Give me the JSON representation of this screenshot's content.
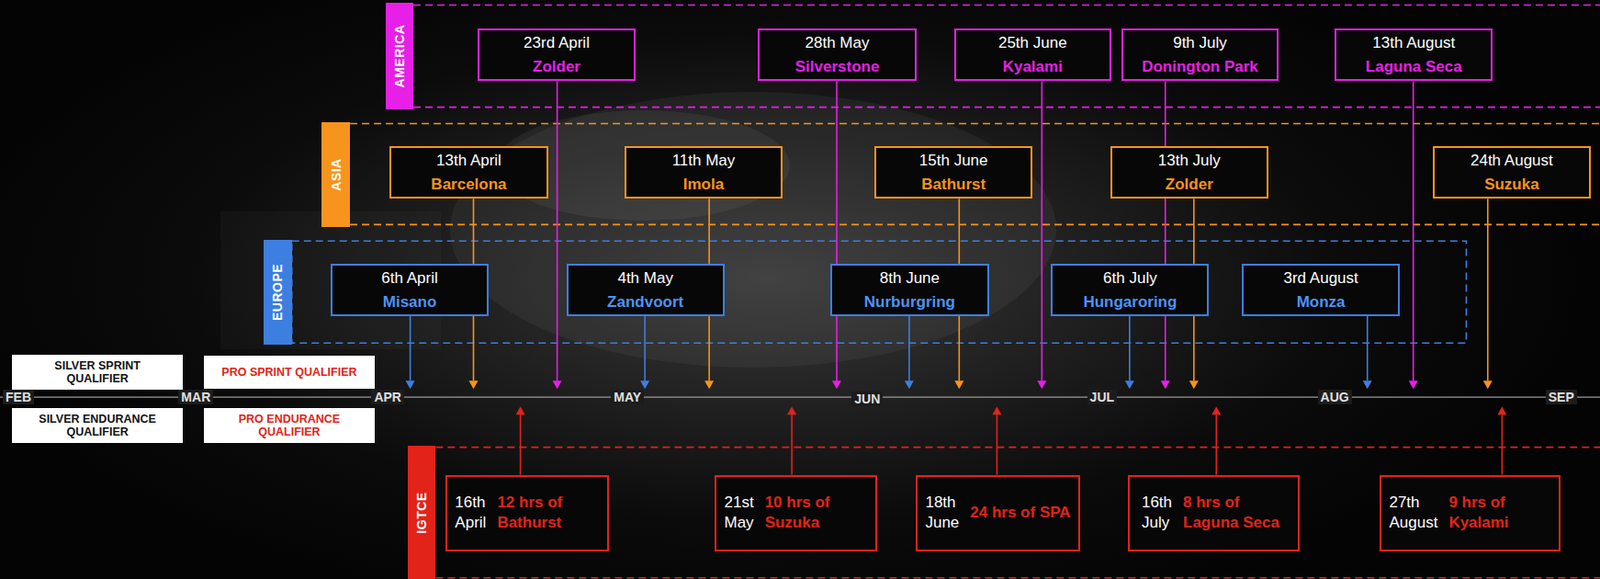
{
  "diagram": {
    "nodes": [
      {
        "text": [
          "AMERICA"
        ]
      },
      {
        "text": [
          "23rd April",
          "Zolder"
        ]
      },
      {
        "text": [
          "28th May",
          "Silverstone"
        ]
      },
      {
        "text": [
          "25th June",
          "Kyalami"
        ]
      },
      {
        "text": [
          "9th July",
          "Donington Park"
        ]
      },
      {
        "text": [
          "13th August",
          "Laguna Seca"
        ]
      },
      {
        "text": [
          "ASIA"
        ]
      },
      {
        "text": [
          "13th April",
          "Barcelona"
        ]
      },
      {
        "text": [
          "11th May",
          "Imola"
        ]
      },
      {
        "text": [
          "15th June",
          "Bathurst"
        ]
      },
      {
        "text": [
          "13th July",
          "Zolder"
        ]
      },
      {
        "text": [
          "24th August",
          "Suzuka"
        ]
      },
      {
        "text": [
          "EUROPE"
        ]
      },
      {
        "text": [
          "6th April",
          "Misano"
        ]
      },
      {
        "text": [
          "4th May",
          "Zandvoort"
        ]
      },
      {
        "text": [
          "8th June",
          "Nurburgring"
        ]
      },
      {
        "text": [
          "6th July",
          "Hungaroring"
        ]
      },
      {
        "text": [
          "3rd August",
          "Monza"
        ]
      },
      {
        "text": [
          "SILVER SPRINT QUALIFIER"
        ]
      },
      {
        "text": [
          "PRO SPRINT QUALIFIER"
        ]
      },
      {
        "text": [
          "SILVER ENDURANCE QUALIFIER"
        ]
      },
      {
        "text": [
          "PRO ENDURANCE QUALIFIER"
        ]
      },
      {
        "text": [
          "IGTCE"
        ]
      },
      {
        "text": [
          "16th April",
          "12 hrs of Bathurst"
        ]
      },
      {
        "text": [
          "21st May",
          "10 hrs of Suzuka"
        ]
      },
      {
        "text": [
          "18th June",
          "24 hrs of SPA"
        ]
      },
      {
        "text": [
          "16th July",
          "8 hrs of Laguna Seca"
        ]
      },
      {
        "text": [
          "27th August",
          "9 hrs of Kyalami"
        ]
      }
    ],
    "labels": [
      "FEB",
      "MAR",
      "APR",
      "MAY",
      "JUN",
      "JUL",
      "AUG",
      "SEP"
    ]
  }
}
